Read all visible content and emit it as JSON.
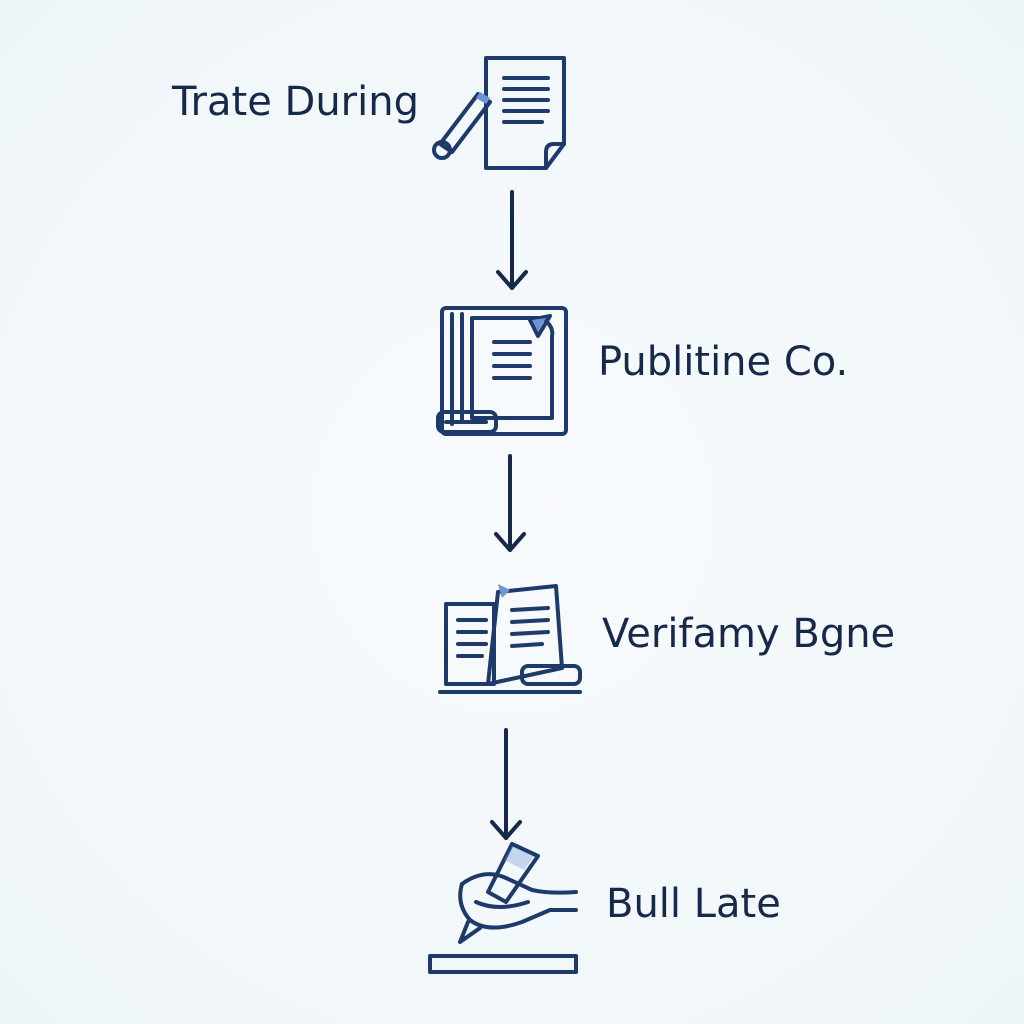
{
  "steps": [
    {
      "label": "Trate During",
      "icon": "document-pen-icon"
    },
    {
      "label": "Publitine Co.",
      "icon": "book-document-icon"
    },
    {
      "label": "Verifamy Bgne",
      "icon": "stacked-documents-icon"
    },
    {
      "label": "Bull Late",
      "icon": "signing-hand-icon"
    }
  ],
  "colors": {
    "stroke": "#1d3a6b",
    "accent": "#6c95d4",
    "text": "#17294a",
    "background": "#f3f8fb"
  }
}
